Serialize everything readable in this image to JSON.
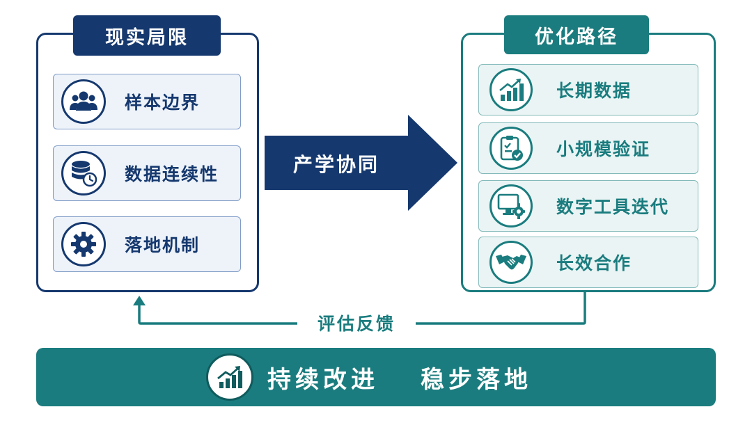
{
  "left_panel": {
    "title": "现实局限",
    "items": [
      {
        "label": "样本边界",
        "icon": "users-icon"
      },
      {
        "label": "数据连续性",
        "icon": "database-clock-icon"
      },
      {
        "label": "落地机制",
        "icon": "gear-icon"
      }
    ]
  },
  "center_arrow": {
    "label": "产学协同"
  },
  "right_panel": {
    "title": "优化路径",
    "items": [
      {
        "label": "长期数据",
        "icon": "chart-growth-icon"
      },
      {
        "label": "小规模验证",
        "icon": "clipboard-check-icon"
      },
      {
        "label": "数字工具迭代",
        "icon": "computer-gear-icon"
      },
      {
        "label": "长效合作",
        "icon": "handshake-icon"
      }
    ]
  },
  "feedback": {
    "label": "评估反馈"
  },
  "banner": {
    "text_1": "持续改进",
    "text_2": "稳步落地",
    "icon": "growth-chart-icon"
  },
  "colors": {
    "navy": "#15386e",
    "teal": "#1a7c7e",
    "light_blue": "#eef3fa",
    "light_teal": "#eaf4f4"
  }
}
